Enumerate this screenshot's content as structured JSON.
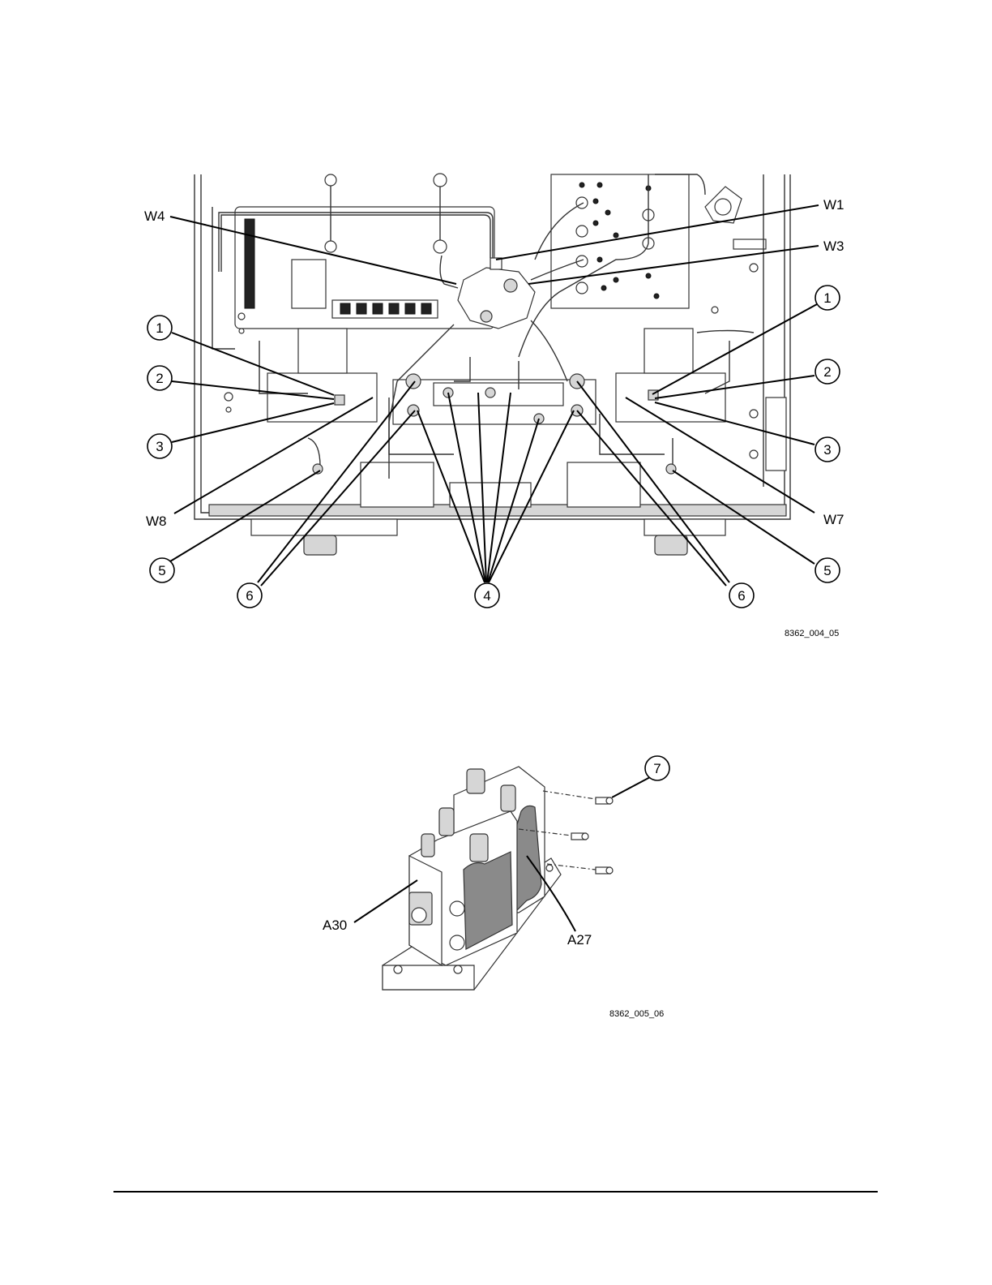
{
  "figure1": {
    "id": "8362_004_05",
    "labels": {
      "w4": "W4",
      "w1": "W1",
      "w3": "W3",
      "w8": "W8",
      "w7": "W7"
    },
    "callouts": [
      "1",
      "2",
      "3",
      "1",
      "2",
      "3",
      "5",
      "6",
      "4",
      "6",
      "5"
    ]
  },
  "figure2": {
    "id": "8362_005_06",
    "labels": {
      "a30": "A30",
      "a27": "A27"
    },
    "callouts": [
      "7"
    ]
  }
}
